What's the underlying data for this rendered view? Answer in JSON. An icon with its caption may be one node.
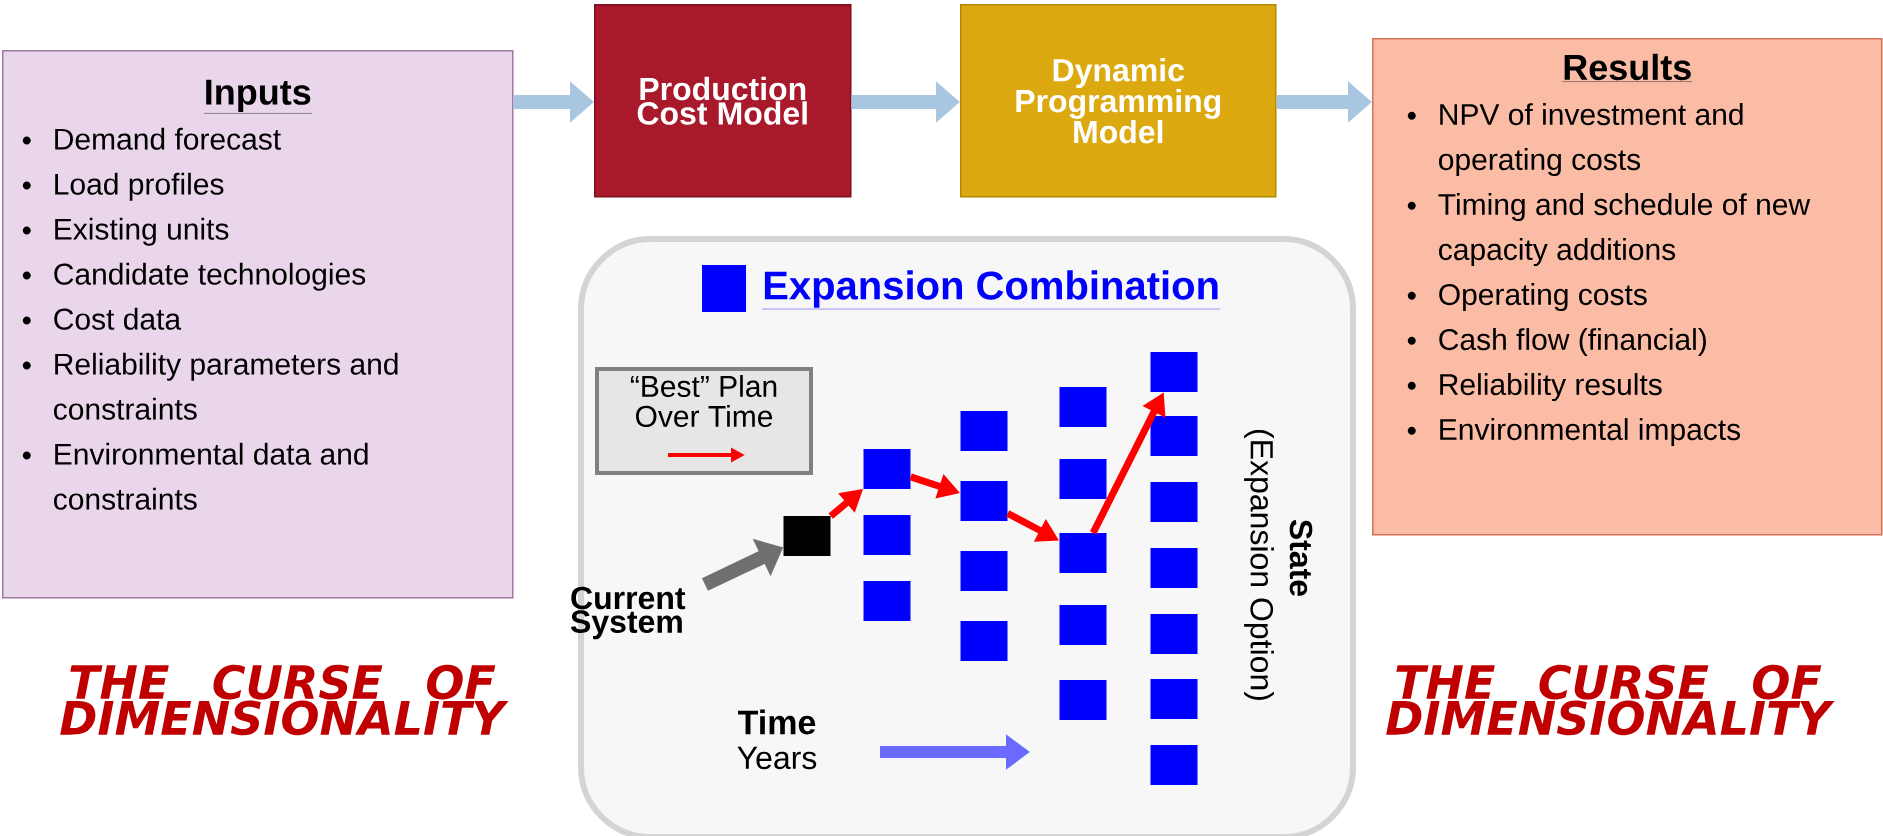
{
  "diagram": {
    "nodes": [
      {
        "text": [
          "Inputs",
          "Demand forecast",
          "Load profiles",
          "Existing units",
          "Candidate technologies",
          "Cost data",
          "Reliability parameters and constraints",
          "Environmental data and constraints"
        ]
      },
      {
        "text": [
          "Production Cost Model"
        ]
      },
      {
        "text": [
          "Dynamic Programming Model"
        ]
      },
      {
        "text": [
          "Results",
          "NPV of investment and operating costs",
          "Timing and schedule of new capacity additions",
          "Operating costs",
          "Cash flow (financial)",
          "Reliability results",
          "Environmental impacts"
        ]
      },
      {
        "text": [],
        "shape": "box"
      },
      {
        "text": [
          "Current System"
        ]
      },
      {
        "text": [],
        "shape": "box",
        "in": 4
      },
      {
        "text": [],
        "shape": "box",
        "in": 4
      },
      {
        "text": [],
        "shape": "box",
        "in": 4
      },
      {
        "text": [],
        "shape": "box",
        "in": 4
      },
      {
        "text": [],
        "shape": "box",
        "in": 4
      },
      {
        "text": [],
        "shape": "box",
        "in": 4
      },
      {
        "text": [],
        "shape": "box",
        "in": 4
      },
      {
        "text": [],
        "shape": "box",
        "in": 4
      },
      {
        "text": [],
        "shape": "box",
        "in": 4
      },
      {
        "text": [],
        "shape": "box",
        "in": 4
      },
      {
        "text": [],
        "shape": "box",
        "in": 4
      },
      {
        "text": [],
        "shape": "box",
        "in": 4
      },
      {
        "text": [],
        "shape": "box",
        "in": 4
      },
      {
        "text": [],
        "shape": "box",
        "in": 4
      },
      {
        "text": [],
        "shape": "box",
        "in": 4
      },
      {
        "text": [],
        "shape": "box",
        "in": 4
      },
      {
        "text": [],
        "shape": "box",
        "in": 4
      },
      {
        "text": [],
        "shape": "box",
        "in": 4
      },
      {
        "text": [],
        "shape": "box",
        "in": 4
      },
      {
        "text": [],
        "shape": "box",
        "in": 4
      }
    ],
    "edges": [
      {
        "from": 0,
        "to": 1,
        "arrow": "to",
        "style": "thick",
        "color": "#a9c6e0"
      },
      {
        "from": 1,
        "to": 2,
        "arrow": "to",
        "style": "thick",
        "color": "#a9c6e0"
      },
      {
        "from": 2,
        "to": 3,
        "arrow": "to",
        "style": "thick",
        "color": "#a9c6e0"
      },
      {
        "from": 5,
        "to": 6,
        "arrow": "to",
        "style": "thick",
        "color": "#707070"
      },
      {
        "from": 6,
        "to": 7,
        "arrow": "to"
      },
      {
        "from": 7,
        "to": 11,
        "arrow": "to"
      },
      {
        "from": 11,
        "to": 16,
        "arrow": "to"
      },
      {
        "from": 16,
        "to": 19,
        "arrow": "to"
      }
    ],
    "labels": [
      "Time",
      "Years",
      "State",
      "(Expansion Option)",
      "THE CURSE OF DIMENSIONALITY",
      "THE CURSE OF DIMENSIONALITY"
    ],
    "legend": [
      {
        "text": "Expansion Combination",
        "color": "#0000ff"
      },
      {
        "text": "“Best” Plan Over Time"
      }
    ]
  }
}
